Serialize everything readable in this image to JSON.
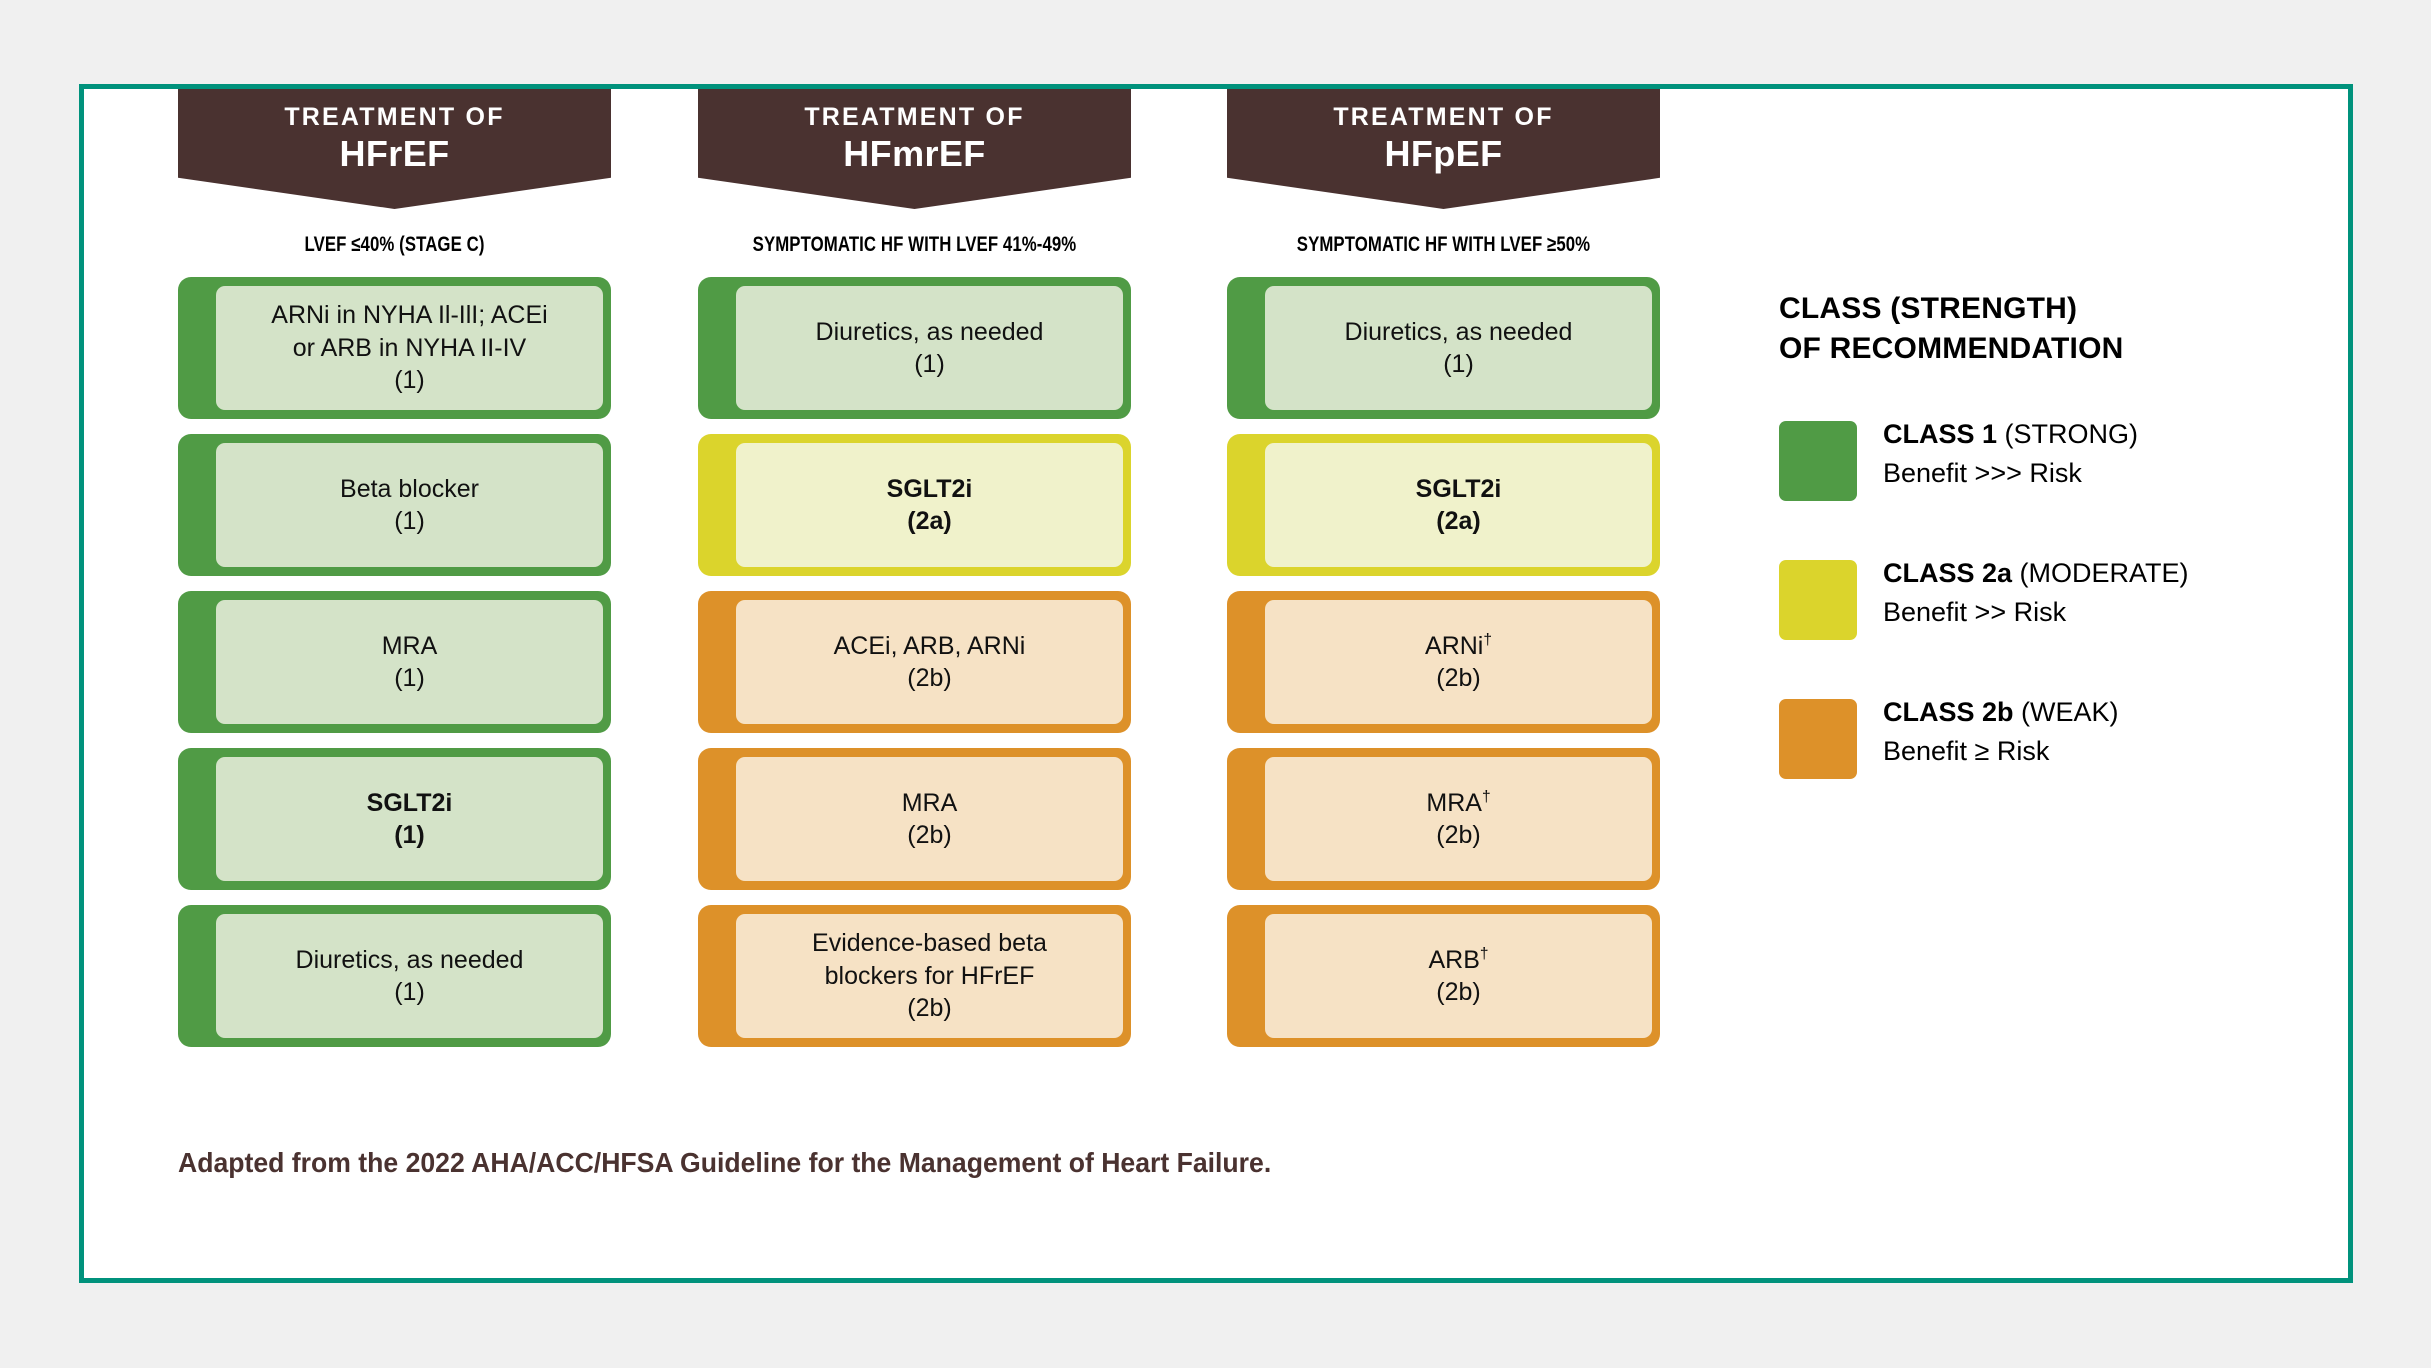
{
  "theme": {
    "background": "#f0f0f0",
    "card_background": "#ffffff",
    "card_border": "#00927c",
    "banner_color": "#4a3230",
    "class1_color": "#509b45",
    "class1_fill": "#d4e3c8",
    "class2a_color": "#dbd42c",
    "class2a_fill": "#f0f2cb",
    "class2b_color": "#dd9129",
    "class2b_fill": "#f6e2c5",
    "footer_color": "#4a3230"
  },
  "columns": [
    {
      "banner_line1": "TREATMENT OF",
      "banner_line2": "HFrEF",
      "subtitle": "LVEF ≤40% (STAGE C)",
      "boxes": [
        {
          "html": "ARNi in NYHA Il-IlI; ACEi<br>or ARB in NYHA II-IV<br>(1)",
          "class": "1",
          "bold": false
        },
        {
          "html": "Beta blocker<br>(1)",
          "class": "1",
          "bold": false
        },
        {
          "html": "MRA<br>(1)",
          "class": "1",
          "bold": false
        },
        {
          "html": "SGLT2i<br>(1)",
          "class": "1",
          "bold": true
        },
        {
          "html": "Diuretics, as needed<br>(1)",
          "class": "1",
          "bold": false
        }
      ]
    },
    {
      "banner_line1": "TREATMENT OF",
      "banner_line2": "HFmrEF",
      "subtitle": "SYMPTOMATIC HF WITH LVEF 41%-49%",
      "boxes": [
        {
          "html": "Diuretics, as needed<br>(1)",
          "class": "1",
          "bold": false
        },
        {
          "html": "SGLT2i<br>(2a)",
          "class": "2a",
          "bold": true
        },
        {
          "html": "ACEi, ARB, ARNi<br>(2b)",
          "class": "2b",
          "bold": false
        },
        {
          "html": "MRA<br>(2b)",
          "class": "2b",
          "bold": false
        },
        {
          "html": "Evidence-based beta<br>blockers for HFrEF<br>(2b)",
          "class": "2b",
          "bold": false
        }
      ]
    },
    {
      "banner_line1": "TREATMENT OF",
      "banner_line2": "HFpEF",
      "subtitle": "SYMPTOMATIC HF WITH LVEF ≥50%",
      "boxes": [
        {
          "html": "Diuretics, as needed<br>(1)",
          "class": "1",
          "bold": false
        },
        {
          "html": "SGLT2i<br>(2a)",
          "class": "2a",
          "bold": true
        },
        {
          "html": "ARNi<sup>†</sup><br>(2b)",
          "class": "2b",
          "bold": false
        },
        {
          "html": "MRA<sup>†</sup><br>(2b)",
          "class": "2b",
          "bold": false
        },
        {
          "html": "ARB<sup>†</sup><br>(2b)",
          "class": "2b",
          "bold": false
        }
      ]
    }
  ],
  "legend": {
    "title_line1": "CLASS (STRENGTH)",
    "title_line2": "OF RECOMMENDATION",
    "items": [
      {
        "swatch_color": "#509b45",
        "class_strong": "CLASS 1",
        "class_rest": " (STRONG)",
        "benefit": "Benefit >>> Risk"
      },
      {
        "swatch_color": "#dbd42c",
        "class_strong": "CLASS 2a",
        "class_rest": " (MODERATE)",
        "benefit": "Benefit >> Risk"
      },
      {
        "swatch_color": "#dd9129",
        "class_strong": "CLASS 2b",
        "class_rest": " (WEAK)",
        "benefit": "Benefit ≥ Risk"
      }
    ]
  },
  "footer": {
    "text": "Adapted from the 2022 AHA/ACC/HFSA Guideline for the Management of Heart Failure."
  }
}
